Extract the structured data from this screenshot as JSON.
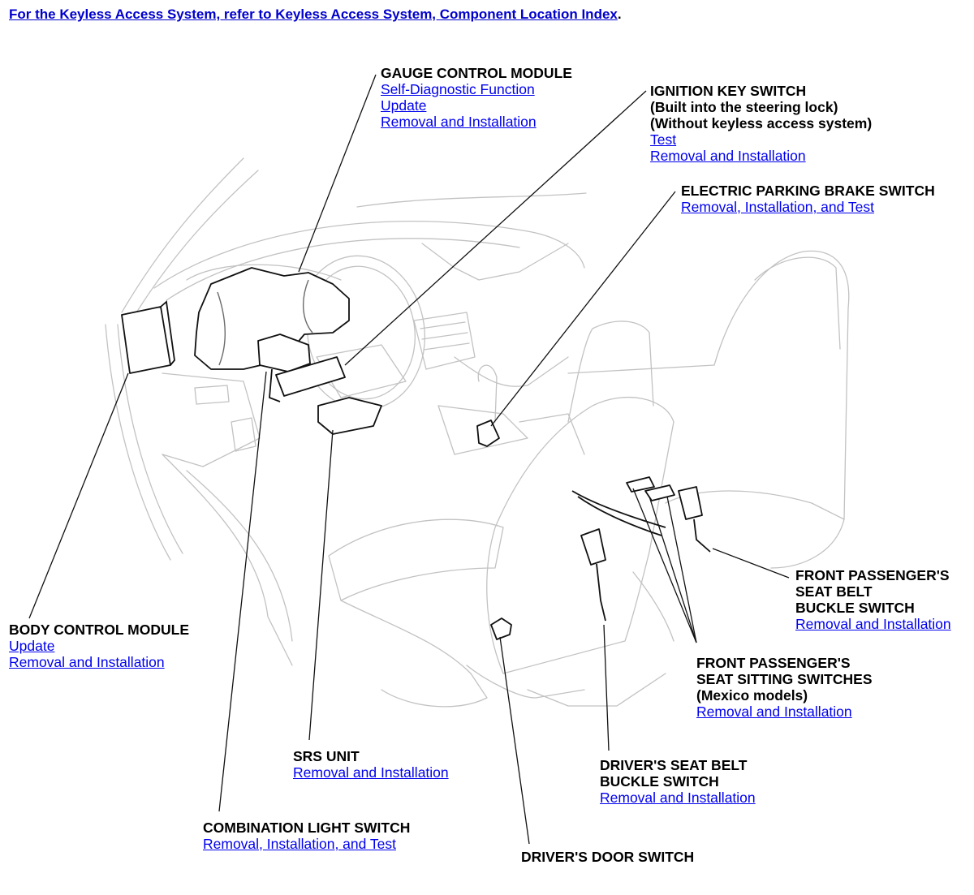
{
  "top_note": {
    "text": "For the Keyless Access System, refer to Keyless Access System, Component Location Index",
    "suffix": "."
  },
  "callouts": {
    "gauge_control_module": {
      "title": "GAUGE CONTROL MODULE",
      "links": [
        "Self-Diagnostic Function",
        "Update",
        "Removal and Installation"
      ]
    },
    "ignition_key_switch": {
      "title_lines": [
        "IGNITION KEY SWITCH",
        "(Built into the steering lock)",
        "(Without keyless access system)"
      ],
      "links": [
        "Test",
        "Removal and Installation"
      ]
    },
    "electric_parking_brake_switch": {
      "title": "ELECTRIC PARKING BRAKE SWITCH",
      "links": [
        "Removal, Installation, and Test"
      ]
    },
    "front_passenger_seat_belt_buckle_switch": {
      "title_lines": [
        "FRONT PASSENGER'S",
        "SEAT BELT",
        "BUCKLE SWITCH"
      ],
      "links": [
        "Removal and Installation"
      ]
    },
    "front_passenger_seat_sitting_switches": {
      "title_lines": [
        "FRONT PASSENGER'S",
        "SEAT SITTING SWITCHES",
        "(Mexico models)"
      ],
      "links": [
        "Removal and Installation"
      ]
    },
    "driver_seat_belt_buckle_switch": {
      "title_lines": [
        "DRIVER'S SEAT BELT",
        "BUCKLE SWITCH"
      ],
      "links": [
        "Removal and Installation"
      ]
    },
    "driver_door_switch": {
      "title": "DRIVER'S DOOR SWITCH"
    },
    "combination_light_switch": {
      "title": "COMBINATION LIGHT SWITCH",
      "links": [
        "Removal, Installation, and Test"
      ]
    },
    "srs_unit": {
      "title": "SRS UNIT",
      "links": [
        "Removal and Installation"
      ]
    },
    "body_control_module": {
      "title": "BODY CONTROL MODULE",
      "links": [
        "Update",
        "Removal and Installation"
      ]
    }
  }
}
